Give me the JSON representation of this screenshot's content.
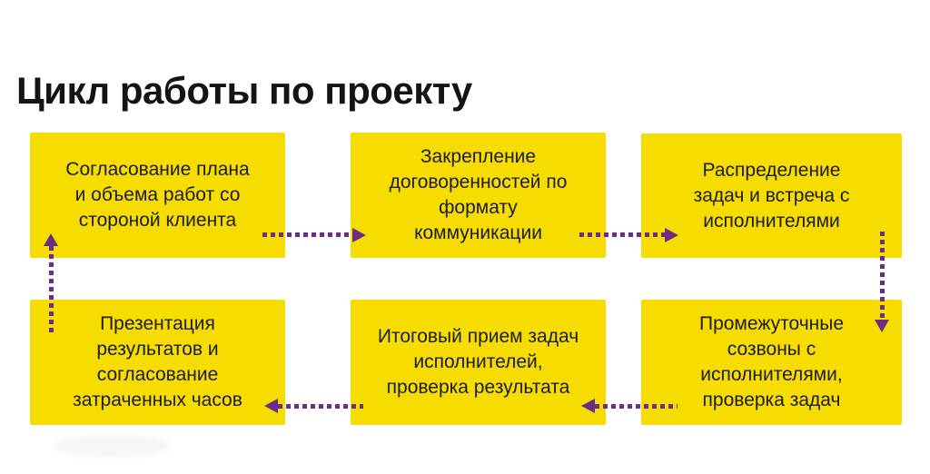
{
  "title": "Цикл работы по проекту",
  "colors": {
    "background": "#ffffff",
    "box_fill": "#f7dc00",
    "arrow": "#6b2d86",
    "title_text": "#141414",
    "box_text": "#1d1d1d"
  },
  "steps": [
    {
      "id": 1,
      "text": "Согласование плана\nи объема работ со\nстороной клиента"
    },
    {
      "id": 2,
      "text": "Закрепление\nдоговоренностей по\nформату\nкоммуникации"
    },
    {
      "id": 3,
      "text": "Распределение\nзадач и встреча с\nисполнителями"
    },
    {
      "id": 4,
      "text": "Презентация\nрезультатов и\nсогласование\nзатраченных часов"
    },
    {
      "id": 5,
      "text": "Итоговый прием задач\nисполнителей,\nпроверка результата"
    },
    {
      "id": 6,
      "text": "Промежуточные\nсозвоны с\nисполнителями,\nпроверка задач"
    }
  ],
  "arrows": [
    {
      "from": 1,
      "to": 2,
      "direction": "right",
      "style": "dotted"
    },
    {
      "from": 2,
      "to": 3,
      "direction": "right",
      "style": "dotted"
    },
    {
      "from": 3,
      "to": 6,
      "direction": "down",
      "style": "dotted"
    },
    {
      "from": 6,
      "to": 5,
      "direction": "left",
      "style": "dotted"
    },
    {
      "from": 5,
      "to": 4,
      "direction": "left",
      "style": "dotted"
    },
    {
      "from": 4,
      "to": 1,
      "direction": "up",
      "style": "dotted"
    }
  ]
}
